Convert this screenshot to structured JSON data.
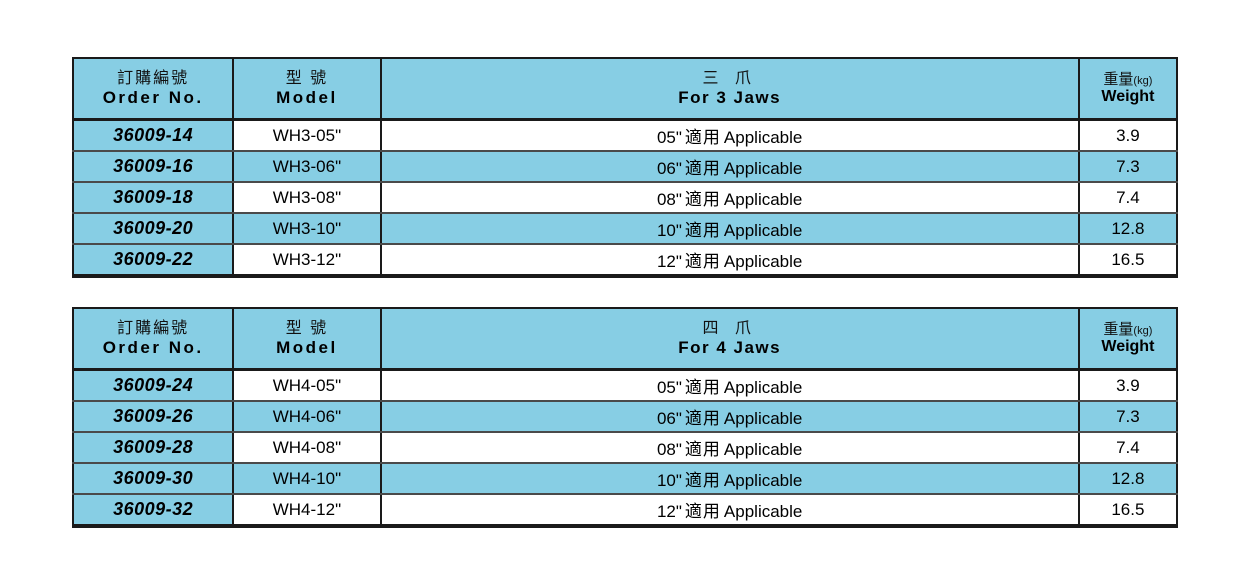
{
  "page": {
    "background_color": "#ffffff",
    "accent_color": "#87cee4",
    "border_color": "#1a1a1a"
  },
  "tables": [
    {
      "id": "table-3jaws",
      "name": "for-3-jaws-table",
      "headers": {
        "order_no": {
          "cn": "訂購編號",
          "en": "Order No."
        },
        "model": {
          "cn": "型 號",
          "en": "Model"
        },
        "jaws": {
          "cn": "三 爪",
          "en": "For 3 Jaws"
        },
        "weight": {
          "cn": "重量",
          "cn_unit": "(kg)",
          "en": "Weight"
        }
      },
      "rows": [
        {
          "order_no": "36009-14",
          "model": "WH3-05\"",
          "jaws_size": "05\"",
          "jaws_cn": "適用",
          "jaws_en": "Applicable",
          "weight": "3.9",
          "alt": false
        },
        {
          "order_no": "36009-16",
          "model": "WH3-06\"",
          "jaws_size": "06\"",
          "jaws_cn": "適用",
          "jaws_en": "Applicable",
          "weight": "7.3",
          "alt": true
        },
        {
          "order_no": "36009-18",
          "model": "WH3-08\"",
          "jaws_size": "08\"",
          "jaws_cn": "適用",
          "jaws_en": "Applicable",
          "weight": "7.4",
          "alt": false
        },
        {
          "order_no": "36009-20",
          "model": "WH3-10\"",
          "jaws_size": "10\"",
          "jaws_cn": "適用",
          "jaws_en": "Applicable",
          "weight": "12.8",
          "alt": true
        },
        {
          "order_no": "36009-22",
          "model": "WH3-12\"",
          "jaws_size": "12\"",
          "jaws_cn": "適用",
          "jaws_en": "Applicable",
          "weight": "16.5",
          "alt": false
        }
      ]
    },
    {
      "id": "table-4jaws",
      "name": "for-4-jaws-table",
      "headers": {
        "order_no": {
          "cn": "訂購編號",
          "en": "Order No."
        },
        "model": {
          "cn": "型 號",
          "en": "Model"
        },
        "jaws": {
          "cn": "四 爪",
          "en": "For 4 Jaws"
        },
        "weight": {
          "cn": "重量",
          "cn_unit": "(kg)",
          "en": "Weight"
        }
      },
      "rows": [
        {
          "order_no": "36009-24",
          "model": "WH4-05\"",
          "jaws_size": "05\"",
          "jaws_cn": "適用",
          "jaws_en": "Applicable",
          "weight": "3.9",
          "alt": false
        },
        {
          "order_no": "36009-26",
          "model": "WH4-06\"",
          "jaws_size": "06\"",
          "jaws_cn": "適用",
          "jaws_en": "Applicable",
          "weight": "7.3",
          "alt": true
        },
        {
          "order_no": "36009-28",
          "model": "WH4-08\"",
          "jaws_size": "08\"",
          "jaws_cn": "適用",
          "jaws_en": "Applicable",
          "weight": "7.4",
          "alt": false
        },
        {
          "order_no": "36009-30",
          "model": "WH4-10\"",
          "jaws_size": "10\"",
          "jaws_cn": "適用",
          "jaws_en": "Applicable",
          "weight": "12.8",
          "alt": true
        },
        {
          "order_no": "36009-32",
          "model": "WH4-12\"",
          "jaws_size": "12\"",
          "jaws_cn": "適用",
          "jaws_en": "Applicable",
          "weight": "16.5",
          "alt": false
        }
      ]
    }
  ]
}
